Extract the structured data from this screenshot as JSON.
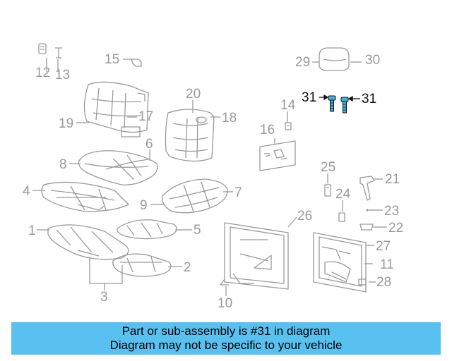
{
  "diagram": {
    "callouts": [
      "1",
      "2",
      "3",
      "4",
      "5",
      "6",
      "7",
      "8",
      "9",
      "10",
      "11",
      "12",
      "13",
      "14",
      "15",
      "16",
      "17",
      "18",
      "19",
      "20",
      "21",
      "22",
      "23",
      "24",
      "25",
      "26",
      "27",
      "28",
      "29",
      "30",
      "31",
      "31"
    ],
    "highlight_part": "31",
    "colors": {
      "line": "#9a9a9a",
      "highlight": "#111111",
      "part_fill": "#3fb0e0",
      "banner": "#58c1f0"
    }
  },
  "banner": {
    "line1": "Part or sub-assembly is #31 in diagram",
    "line2": "Diagram may not be specific to your vehicle"
  }
}
